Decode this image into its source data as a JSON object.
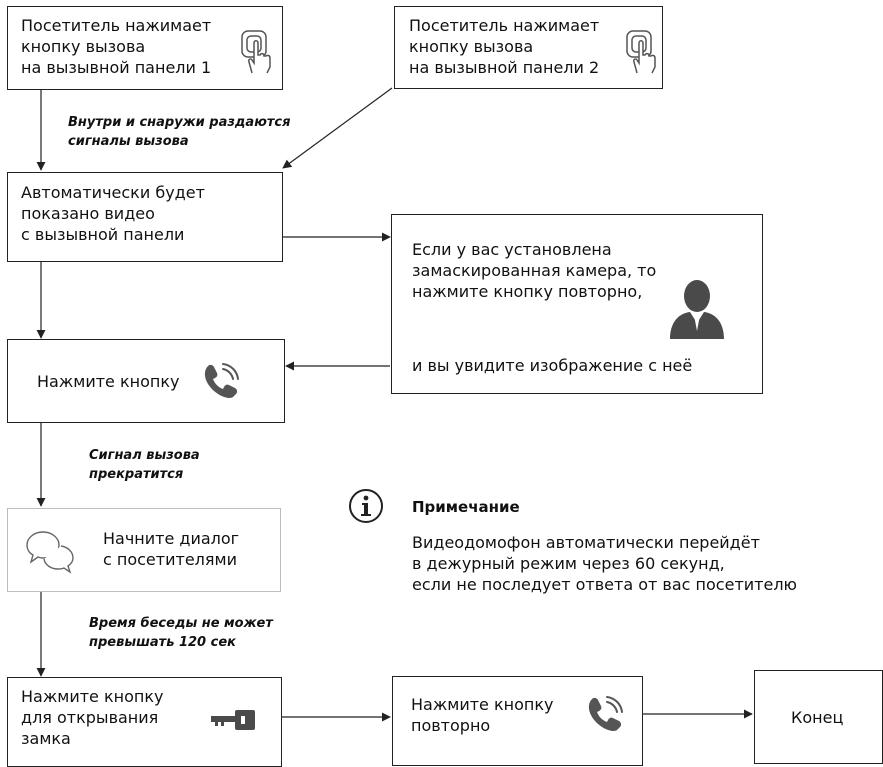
{
  "boxes": {
    "panel1": {
      "text": "Посетитель нажимает\nкнопку вызова\nна вызывной панели 1",
      "icon": "finger-press-icon"
    },
    "panel2": {
      "text": "Посетитель нажимает\nкнопку вызова\nна вызывной панели 2",
      "icon": "finger-press-icon"
    },
    "auto_video": {
      "text": "Автоматически будет\nпоказано видео\nс вызывной панели"
    },
    "camera": {
      "line1": "Если у вас установлена\nзамаскированная камера, то\nнажмите кнопку повторно,",
      "line2": "и вы увидите изображение с неё",
      "icon": "person-icon"
    },
    "press_button": {
      "text": "Нажмите кнопку",
      "icon": "phone-icon"
    },
    "dialog": {
      "text": "Начните диалог\nс посетителями",
      "icon": "chat-bubbles-icon"
    },
    "unlock": {
      "text": "Нажмите кнопку\nдля открывания\nзамка",
      "icon": "key-icon"
    },
    "press_again": {
      "text": "Нажмите кнопку\nповторно",
      "icon": "phone-icon"
    },
    "end": {
      "text": "Конец"
    }
  },
  "labels": {
    "signals": "Внутри и снаружи раздаются\nсигналы вызова",
    "call_stops": "Сигнал вызова\nпрекратится",
    "talk_limit": "Время беседы не может\nпревышать 120 сек"
  },
  "note": {
    "icon": "info-icon",
    "title": "Примечание",
    "body": "Видеодомофон автоматически перейдёт\nв дежурный режим через 60 секунд,\nесли не последует ответа от вас посетителю"
  },
  "colors": {
    "stroke": "#222222",
    "text": "#111111",
    "icon": "#555555",
    "muted_border": "#bdbdbd"
  }
}
